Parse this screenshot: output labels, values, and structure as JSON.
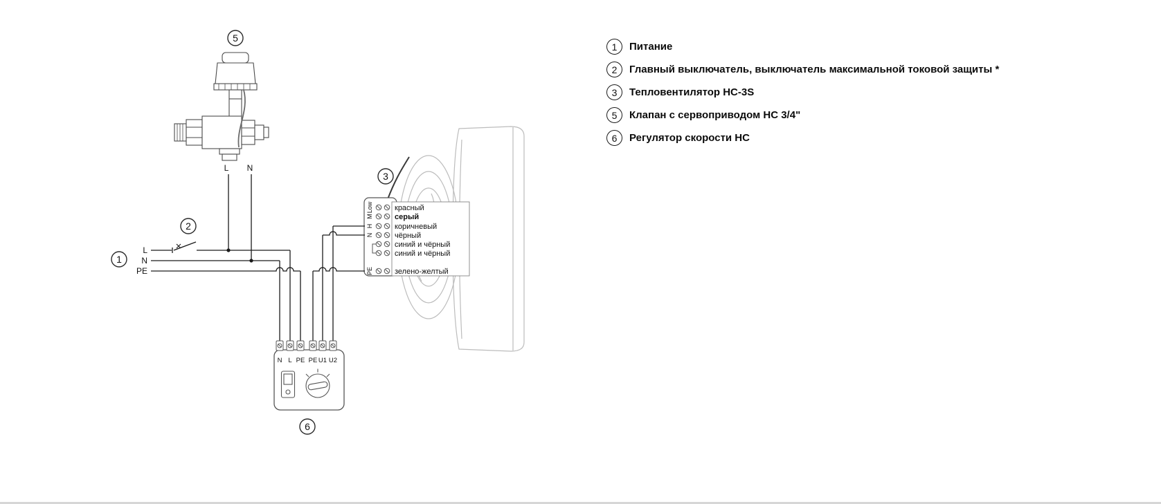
{
  "legend": {
    "items": [
      {
        "num": "1",
        "label": "Питание"
      },
      {
        "num": "2",
        "label": "Главный выключатель, выключатель максимальной токовой защиты  *"
      },
      {
        "num": "3",
        "label": "Тепловентилятор НС-3S"
      },
      {
        "num": "5",
        "label": "Клапан с сервоприводом  НС 3/4\""
      },
      {
        "num": "6",
        "label": "Регулятор скорости НС"
      }
    ]
  },
  "callouts": {
    "power": "1",
    "switch": "2",
    "fan": "3",
    "valve": "5",
    "controller": "6"
  },
  "power_labels": {
    "l": "L",
    "n": "N",
    "pe": "PE"
  },
  "valve_wire_labels": {
    "l": "L",
    "n": "N"
  },
  "fan_terminal_block": {
    "terminal_labels": [
      "Low",
      "M",
      "H",
      "N",
      "PE"
    ],
    "wire_colors": [
      "красный",
      "серый",
      "коричневый",
      "чёрный",
      "синий и чёрный",
      "синий и чёрный",
      "зелено-желтый"
    ]
  },
  "controller": {
    "terminal_labels": [
      "N",
      "L",
      "PE",
      "PE",
      "U1",
      "U2"
    ]
  }
}
